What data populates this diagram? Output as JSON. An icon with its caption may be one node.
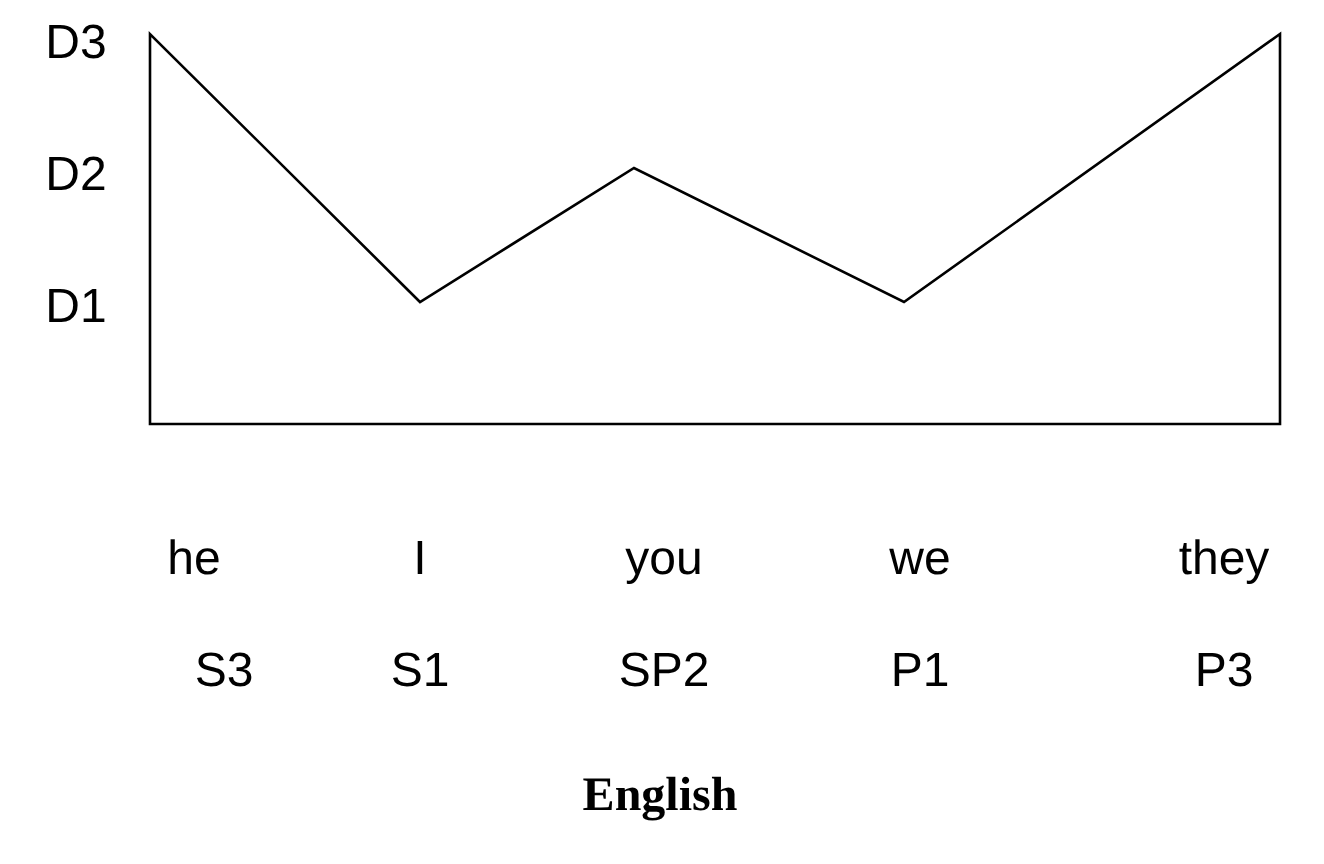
{
  "diagram": {
    "caption": "English",
    "labels": [
      "D3",
      "D2",
      "D1",
      "he",
      "I",
      "you",
      "we",
      "they",
      "S3",
      "S1",
      "SP2",
      "P1",
      "P3"
    ]
  }
}
